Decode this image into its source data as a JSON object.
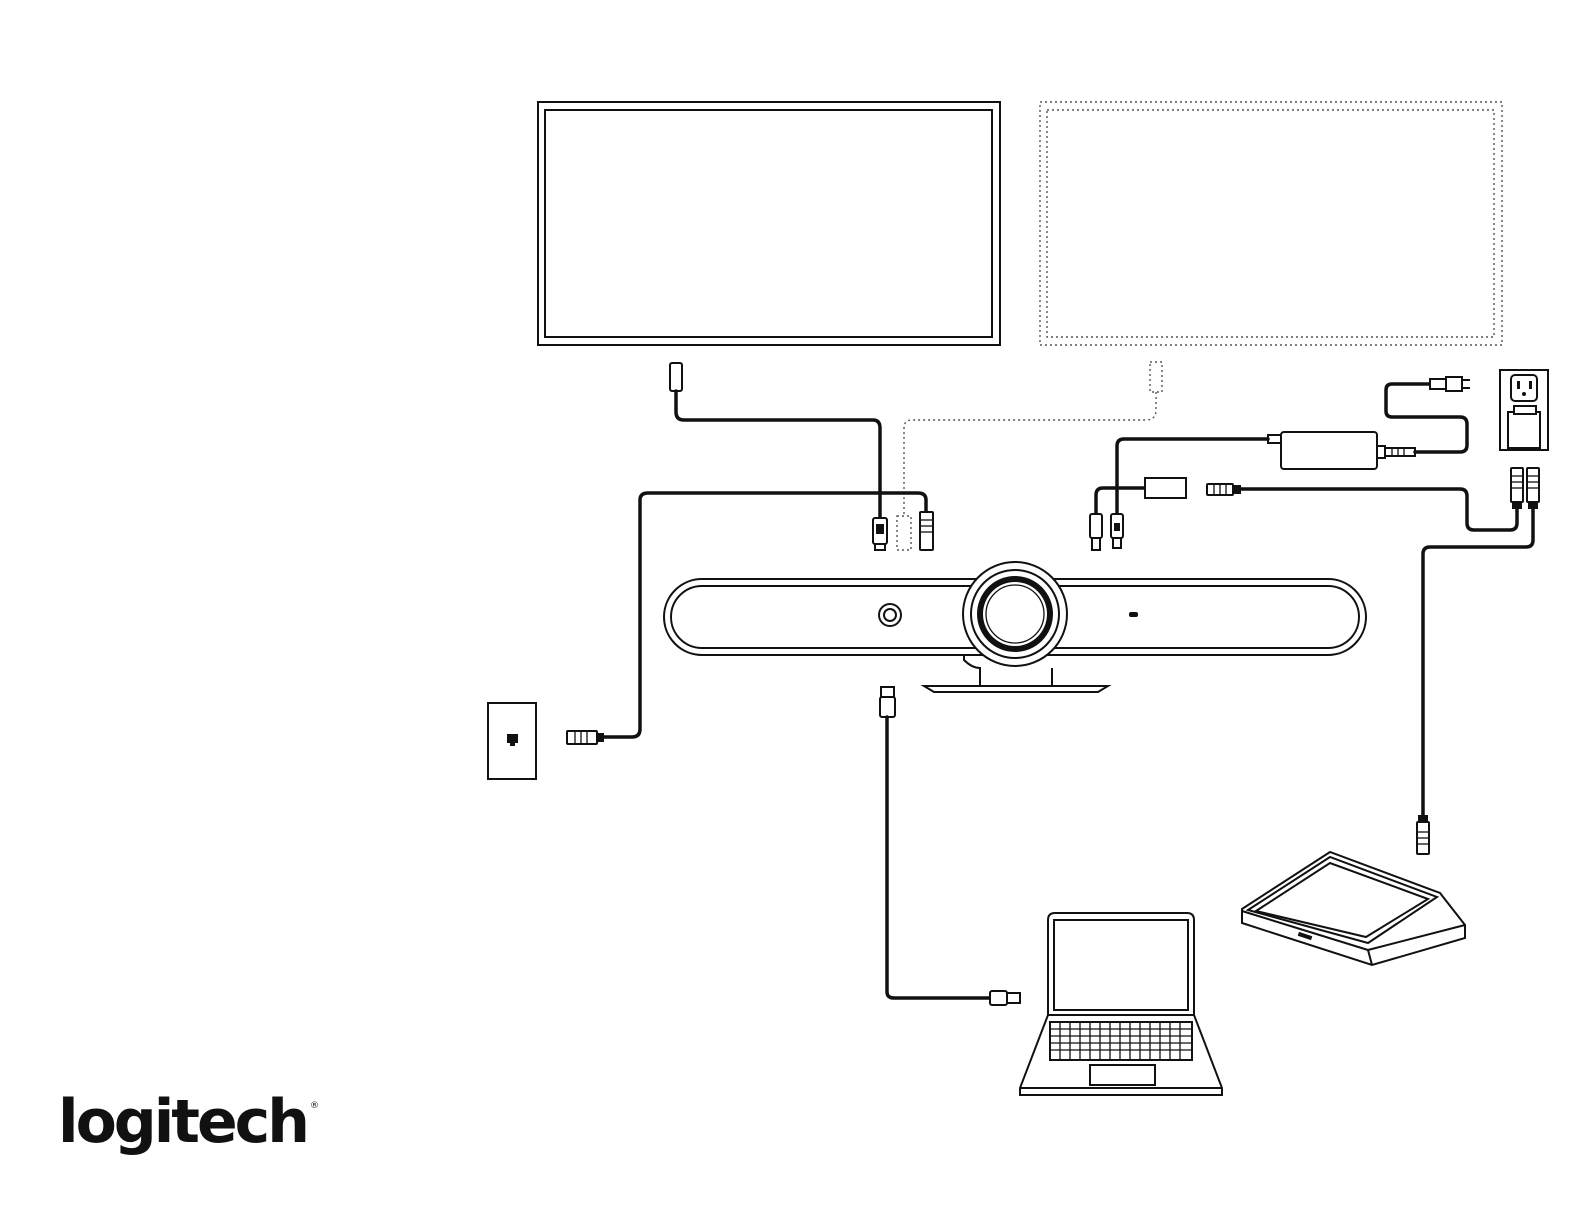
{
  "brand": {
    "logo_text": "logitech",
    "registered_mark": "®"
  },
  "colors": {
    "line": "#111111",
    "grey": "#999999",
    "white": "#ffffff"
  },
  "components": [
    {
      "name": "primary-display",
      "icon": "monitor-icon"
    },
    {
      "name": "optional-second-display",
      "icon": "monitor-dotted-icon"
    },
    {
      "name": "video-bar",
      "icon": "camera-bar-icon"
    },
    {
      "name": "power-adapter",
      "icon": "power-brick-icon"
    },
    {
      "name": "wall-outlet",
      "icon": "outlet-icon"
    },
    {
      "name": "network-wall-jack",
      "icon": "ethernet-jack-icon"
    },
    {
      "name": "laptop",
      "icon": "laptop-icon"
    },
    {
      "name": "touch-controller",
      "icon": "tablet-icon"
    }
  ]
}
